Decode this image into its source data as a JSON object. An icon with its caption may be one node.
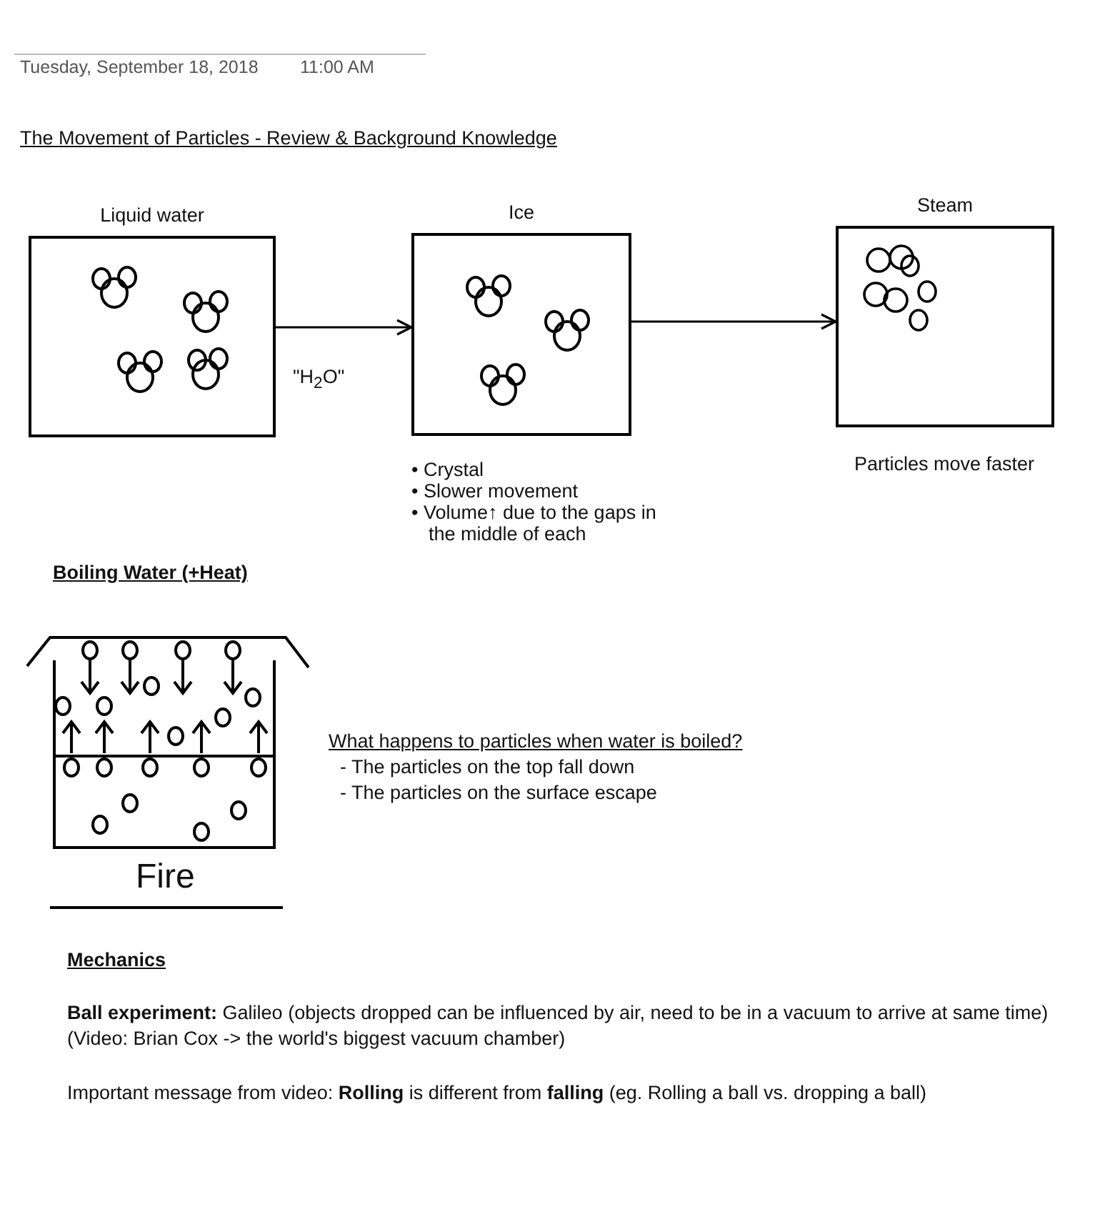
{
  "diagram": {
    "title": "The Movement of Particles - Review & Background Knowledge",
    "nodes": [
      {
        "text": [
          "Liquid water"
        ]
      },
      {
        "text": [
          "Ice"
        ],
        "beside": [
          "• Crystal",
          "• Slower movement",
          "• Volume↑ due to the gaps in the middle of each"
        ]
      },
      {
        "text": [
          "Steam"
        ],
        "beside": [
          "Particles move faster"
        ]
      }
    ],
    "edges": [
      {
        "from": 0,
        "to": 1,
        "arrow": "to",
        "label": "\"H$_{2}$O\""
      },
      {
        "from": 1,
        "to": 2,
        "arrow": "to"
      }
    ],
    "labels": [
      "Tuesday, September 18, 2018",
      "11:00 AM",
      "Boiling Water (+Heat)",
      "What happens to particles when water is boiled?",
      "- The particles on the top fall down",
      "- The particles on the surface escape",
      "Fire",
      "Mechanics",
      "**Ball experiment:** Galileo (objects dropped can be influenced by air, need to be in a vacuum to arrive at same time)",
      "(Video: Brian Cox -> the world's biggest vacuum chamber)",
      "Important message from video: **Rolling** is different from **falling** (eg. Rolling a ball vs. dropping a ball)"
    ]
  }
}
